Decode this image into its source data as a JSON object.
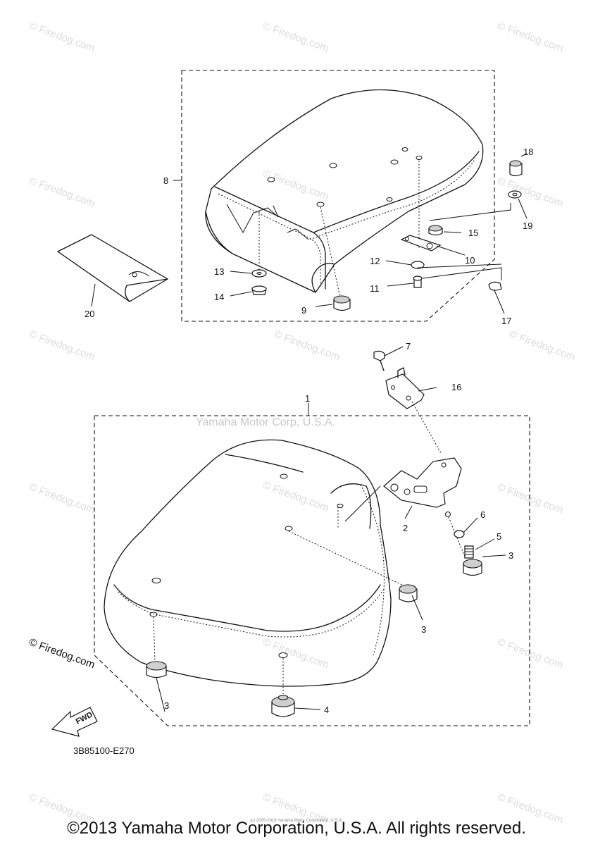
{
  "watermark": {
    "text": "© Firedog.com",
    "corner_text": "© Firedog.com",
    "center_text": "Yamaha Motor Corp, U.S.A."
  },
  "diagram_code": "3B85100-E270",
  "fwd_label": "FWD",
  "footer": {
    "copyright": "©2013 Yamaha Motor Corporation, U.S.A. All rights reserved.",
    "fine_print": "(c) 2005-2016 Yamaha Motor Corporation, U.S.A."
  },
  "callouts": {
    "p1": "1",
    "p2": "2",
    "p3a": "3",
    "p3b": "3",
    "p3c": "3",
    "p4": "4",
    "p5": "5",
    "p6": "6",
    "p7": "7",
    "p8": "8",
    "p9": "9",
    "p10": "10",
    "p11": "11",
    "p12": "12",
    "p13": "13",
    "p14": "14",
    "p15": "15",
    "p16": "16",
    "p17": "17",
    "p18": "18",
    "p19": "19",
    "p20": "20"
  },
  "icons": [
    "fwd-arrow-icon",
    "seat-drawing",
    "bracket-drawing",
    "damper-drawing"
  ],
  "colors": {
    "line": "#111111",
    "watermark": "#dcdcdc",
    "background": "#ffffff"
  }
}
